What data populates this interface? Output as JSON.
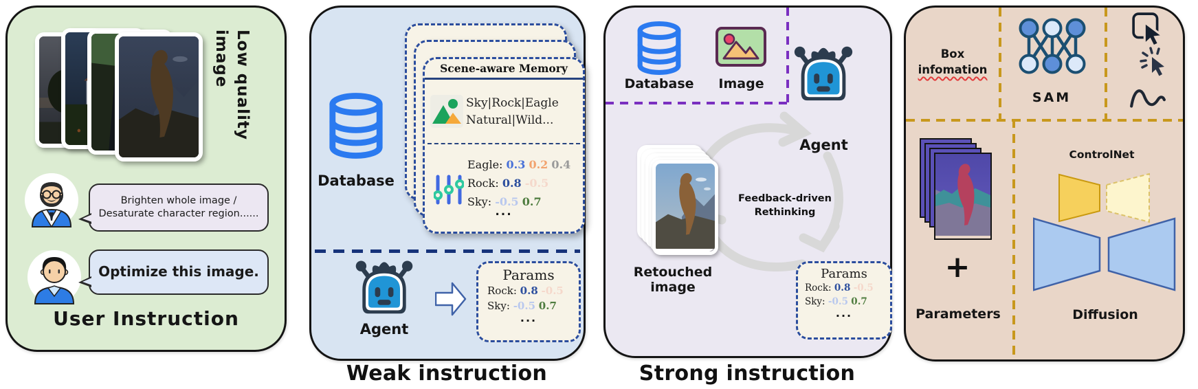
{
  "panel1": {
    "title": "User Instruction",
    "photo_label_l1": "Low quality",
    "photo_label_l2": "image",
    "bubble1_l1": "Brighten whole image /",
    "bubble1_l2": "Desaturate character region......",
    "bubble2": "Optimize this image."
  },
  "panel2": {
    "caption": "Weak instruction",
    "database_label": "Database",
    "agent_label": "Agent",
    "memory": {
      "title": "Scene-aware Memory",
      "tags_l1": "Sky|Rock|Eagle",
      "tags_l2": "Natural|Wild...",
      "row1": {
        "label": "Eagle:",
        "v1": "0.3",
        "v2": "0.2",
        "v3": "0.4"
      },
      "row2": {
        "label": "Rock:",
        "v1": "0.8",
        "v2": "-0.5"
      },
      "row3": {
        "label": "Sky:",
        "v1": "-0.5",
        "v2": "0.7"
      },
      "ellipsis": "..."
    }
  },
  "panel3": {
    "caption": "Strong instruction",
    "database_label": "Database",
    "image_label": "Image",
    "agent_label": "Agent",
    "cycle_l1": "Feedback-driven",
    "cycle_l2": "Rethinking",
    "retouched_label": "Retouched image"
  },
  "panel4": {
    "box_info_l1": "Box",
    "box_info_l2": "infomation",
    "sam_label": "SAM",
    "controlnet_label": "ControlNet",
    "parameters_label": "Parameters",
    "plus_sign": "+",
    "diffusion_label": "Diffusion"
  },
  "params_box": {
    "title": "Params",
    "row1": {
      "label": "Rock:",
      "v1": "0.8",
      "v2": "-0.5"
    },
    "row2": {
      "label": "Sky:",
      "v1": "-0.5",
      "v2": "0.7"
    },
    "ellipsis": "..."
  },
  "colors": {
    "panel1_bg": "#dcecd2",
    "panel2_bg": "#d8e4f2",
    "panel3_bg": "#ebe8f2",
    "panel4_bg": "#e9d6c8",
    "navy_dash": "#16337a",
    "purple_dash": "#7a2fc0",
    "gold_dash": "#c8981d",
    "database_blue": "#2b7af0",
    "agent_blue": "#2095d6",
    "agent_outline": "#2c3c4e",
    "card_bg": "#f7f3e7",
    "cycle_arrow_gray": "#d8d8d8",
    "value_blue": "#4a72d8",
    "value_orange": "#f2a36e",
    "value_gray": "#999999",
    "value_navy": "#2d4f9e",
    "value_faded_pink": "#f5d8cb",
    "value_faded_blue": "#b9c8ee",
    "value_green": "#4e7c3f"
  }
}
